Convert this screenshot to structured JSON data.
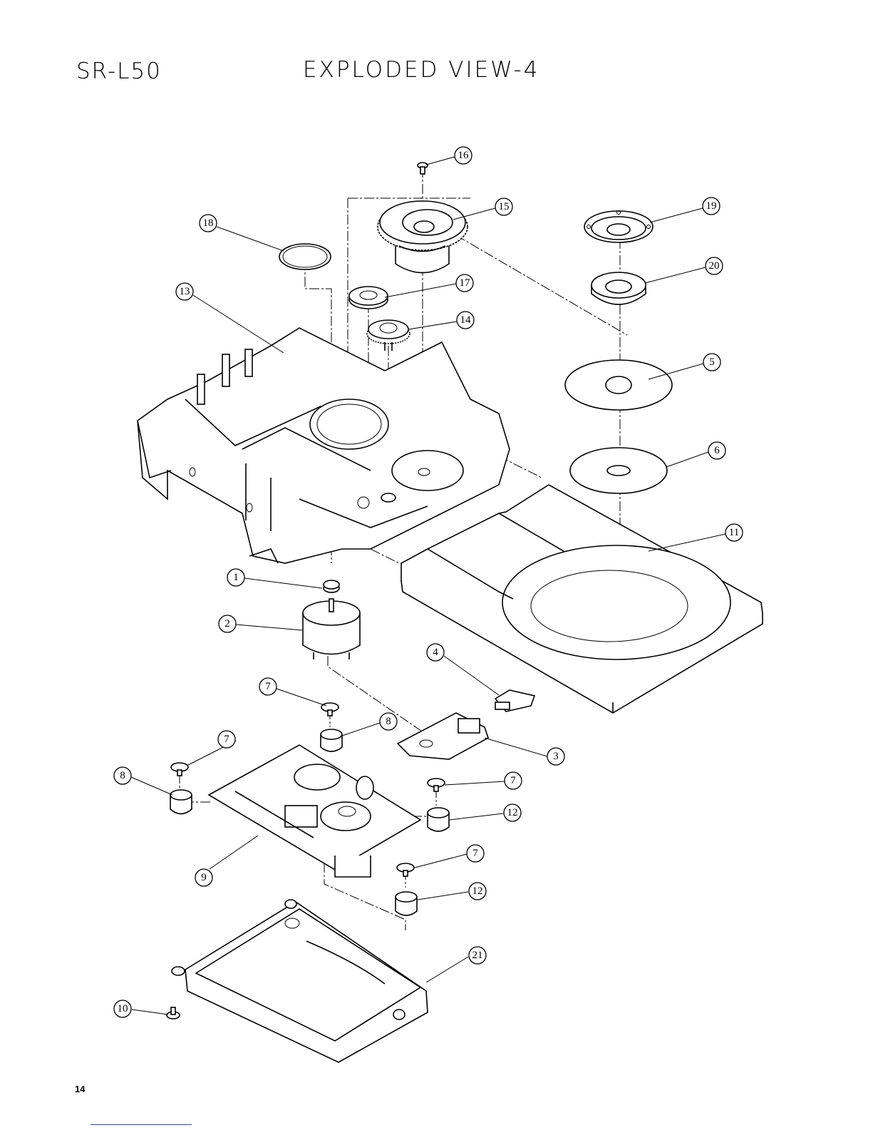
{
  "header": {
    "model": "SR-L50",
    "title": "EXPLODED VIEW-4"
  },
  "page_number": "14",
  "callouts": [
    "16",
    "15",
    "19",
    "18",
    "17",
    "20",
    "13",
    "14",
    "5",
    "6",
    "11",
    "1",
    "2",
    "4",
    "7",
    "8",
    "3",
    "7",
    "8",
    "7",
    "12",
    "9",
    "7",
    "12",
    "21",
    "10"
  ]
}
